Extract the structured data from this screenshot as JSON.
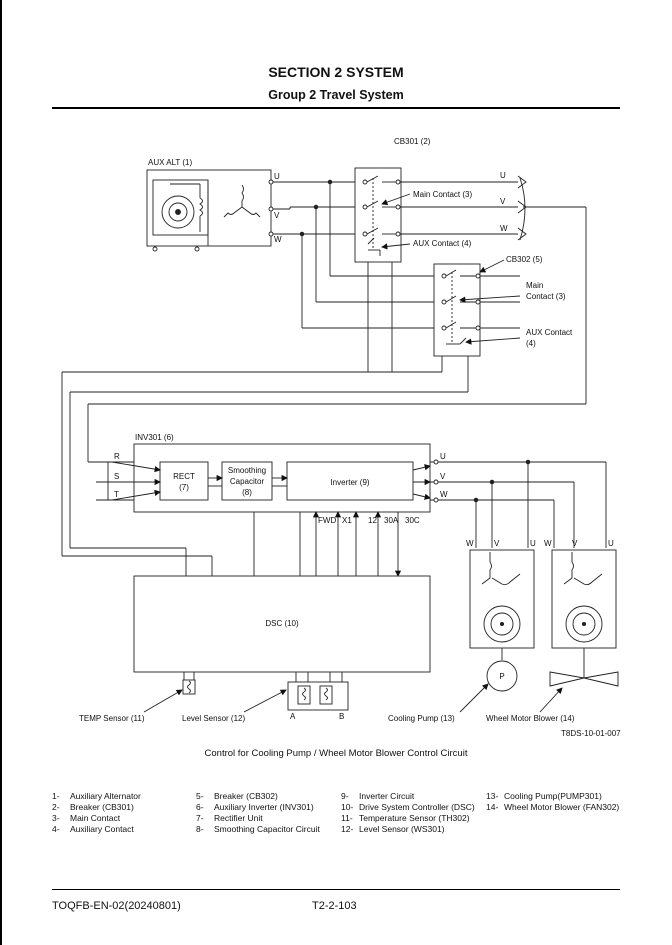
{
  "header": {
    "section": "SECTION 2 SYSTEM",
    "group": "Group 2 Travel System"
  },
  "labels": {
    "aux_alt": "AUX ALT (1)",
    "cb301": "CB301 (2)",
    "main_contact_3": "Main Contact (3)",
    "aux_contact_4": "AUX Contact (4)",
    "cb302": "CB302 (5)",
    "main": "Main",
    "contact_3": "Contact (3)",
    "aux_contact": "AUX Contact",
    "paren_4": "(4)",
    "inv301": "INV301 (6)",
    "rect": "RECT",
    "rect_num": "(7)",
    "smoothing": "Smoothing",
    "capacitor": "Capacitor",
    "cap_num": "(8)",
    "inverter": "Inverter (9)",
    "dsc": "DSC (10)",
    "temp_sensor": "TEMP Sensor (11)",
    "level_sensor": "Level Sensor (12)",
    "cooling_pump": "Cooling Pump (13)",
    "wheel_motor_blower": "Wheel Motor Blower (14)",
    "fig_id": "T8DS-10-01-007",
    "pump_symbol": "P",
    "sensor_a": "A",
    "sensor_b": "B",
    "sig_fwd": "FWD",
    "sig_x1": "X1",
    "sig_12": "12",
    "sig_30a": "30A",
    "sig_30c": "30C",
    "ph_u": "U",
    "ph_v": "V",
    "ph_w": "W",
    "ph_r": "R",
    "ph_s": "S",
    "ph_t": "T"
  },
  "caption": "Control for Cooling Pump / Wheel Motor Blower Control Circuit",
  "legend": [
    {
      "num": "1-",
      "text": "Auxiliary Alternator"
    },
    {
      "num": "2-",
      "text": "Breaker (CB301)"
    },
    {
      "num": "3-",
      "text": "Main Contact"
    },
    {
      "num": "4-",
      "text": "Auxiliary Contact"
    },
    {
      "num": "5-",
      "text": "Breaker (CB302)"
    },
    {
      "num": "6-",
      "text": "Auxiliary Inverter (INV301)"
    },
    {
      "num": "7-",
      "text": "Rectifier Unit"
    },
    {
      "num": "8-",
      "text": "Smoothing Capacitor  Circuit"
    },
    {
      "num": "9-",
      "text": "Inverter Circuit"
    },
    {
      "num": "10-",
      "text": "Drive System Controller (DSC)"
    },
    {
      "num": "11-",
      "text": "Temperature Sensor (TH302)"
    },
    {
      "num": "12-",
      "text": "Level Sensor (WS301)"
    },
    {
      "num": "13-",
      "text": "Cooling Pump(PUMP301)"
    },
    {
      "num": "14-",
      "text": "Wheel Motor Blower (FAN302)"
    }
  ],
  "footer": {
    "doc": "TOQFB-EN-02(20240801)",
    "page": "T2-2-103"
  }
}
